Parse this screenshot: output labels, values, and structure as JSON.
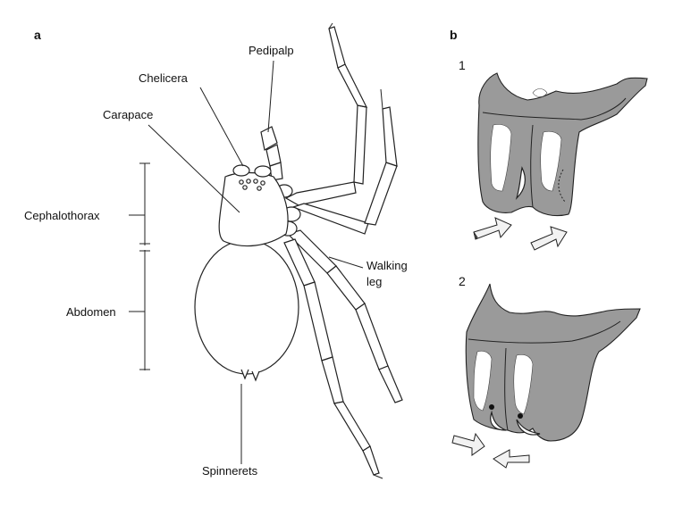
{
  "panels": {
    "a": "a",
    "b": "b",
    "step_1": "1",
    "step_2": "2"
  },
  "labels": {
    "pedipalp": "Pedipalp",
    "chelicera": "Chelicera",
    "carapace": "Carapace",
    "cephalothorax": "Cephalothorax",
    "abdomen": "Abdomen",
    "walking_leg_line1": "Walking",
    "walking_leg_line2": "leg",
    "spinnerets": "Spinnerets"
  },
  "colors": {
    "line": "#222222",
    "fill_grey": "#9a9a9a",
    "background": "#ffffff"
  }
}
